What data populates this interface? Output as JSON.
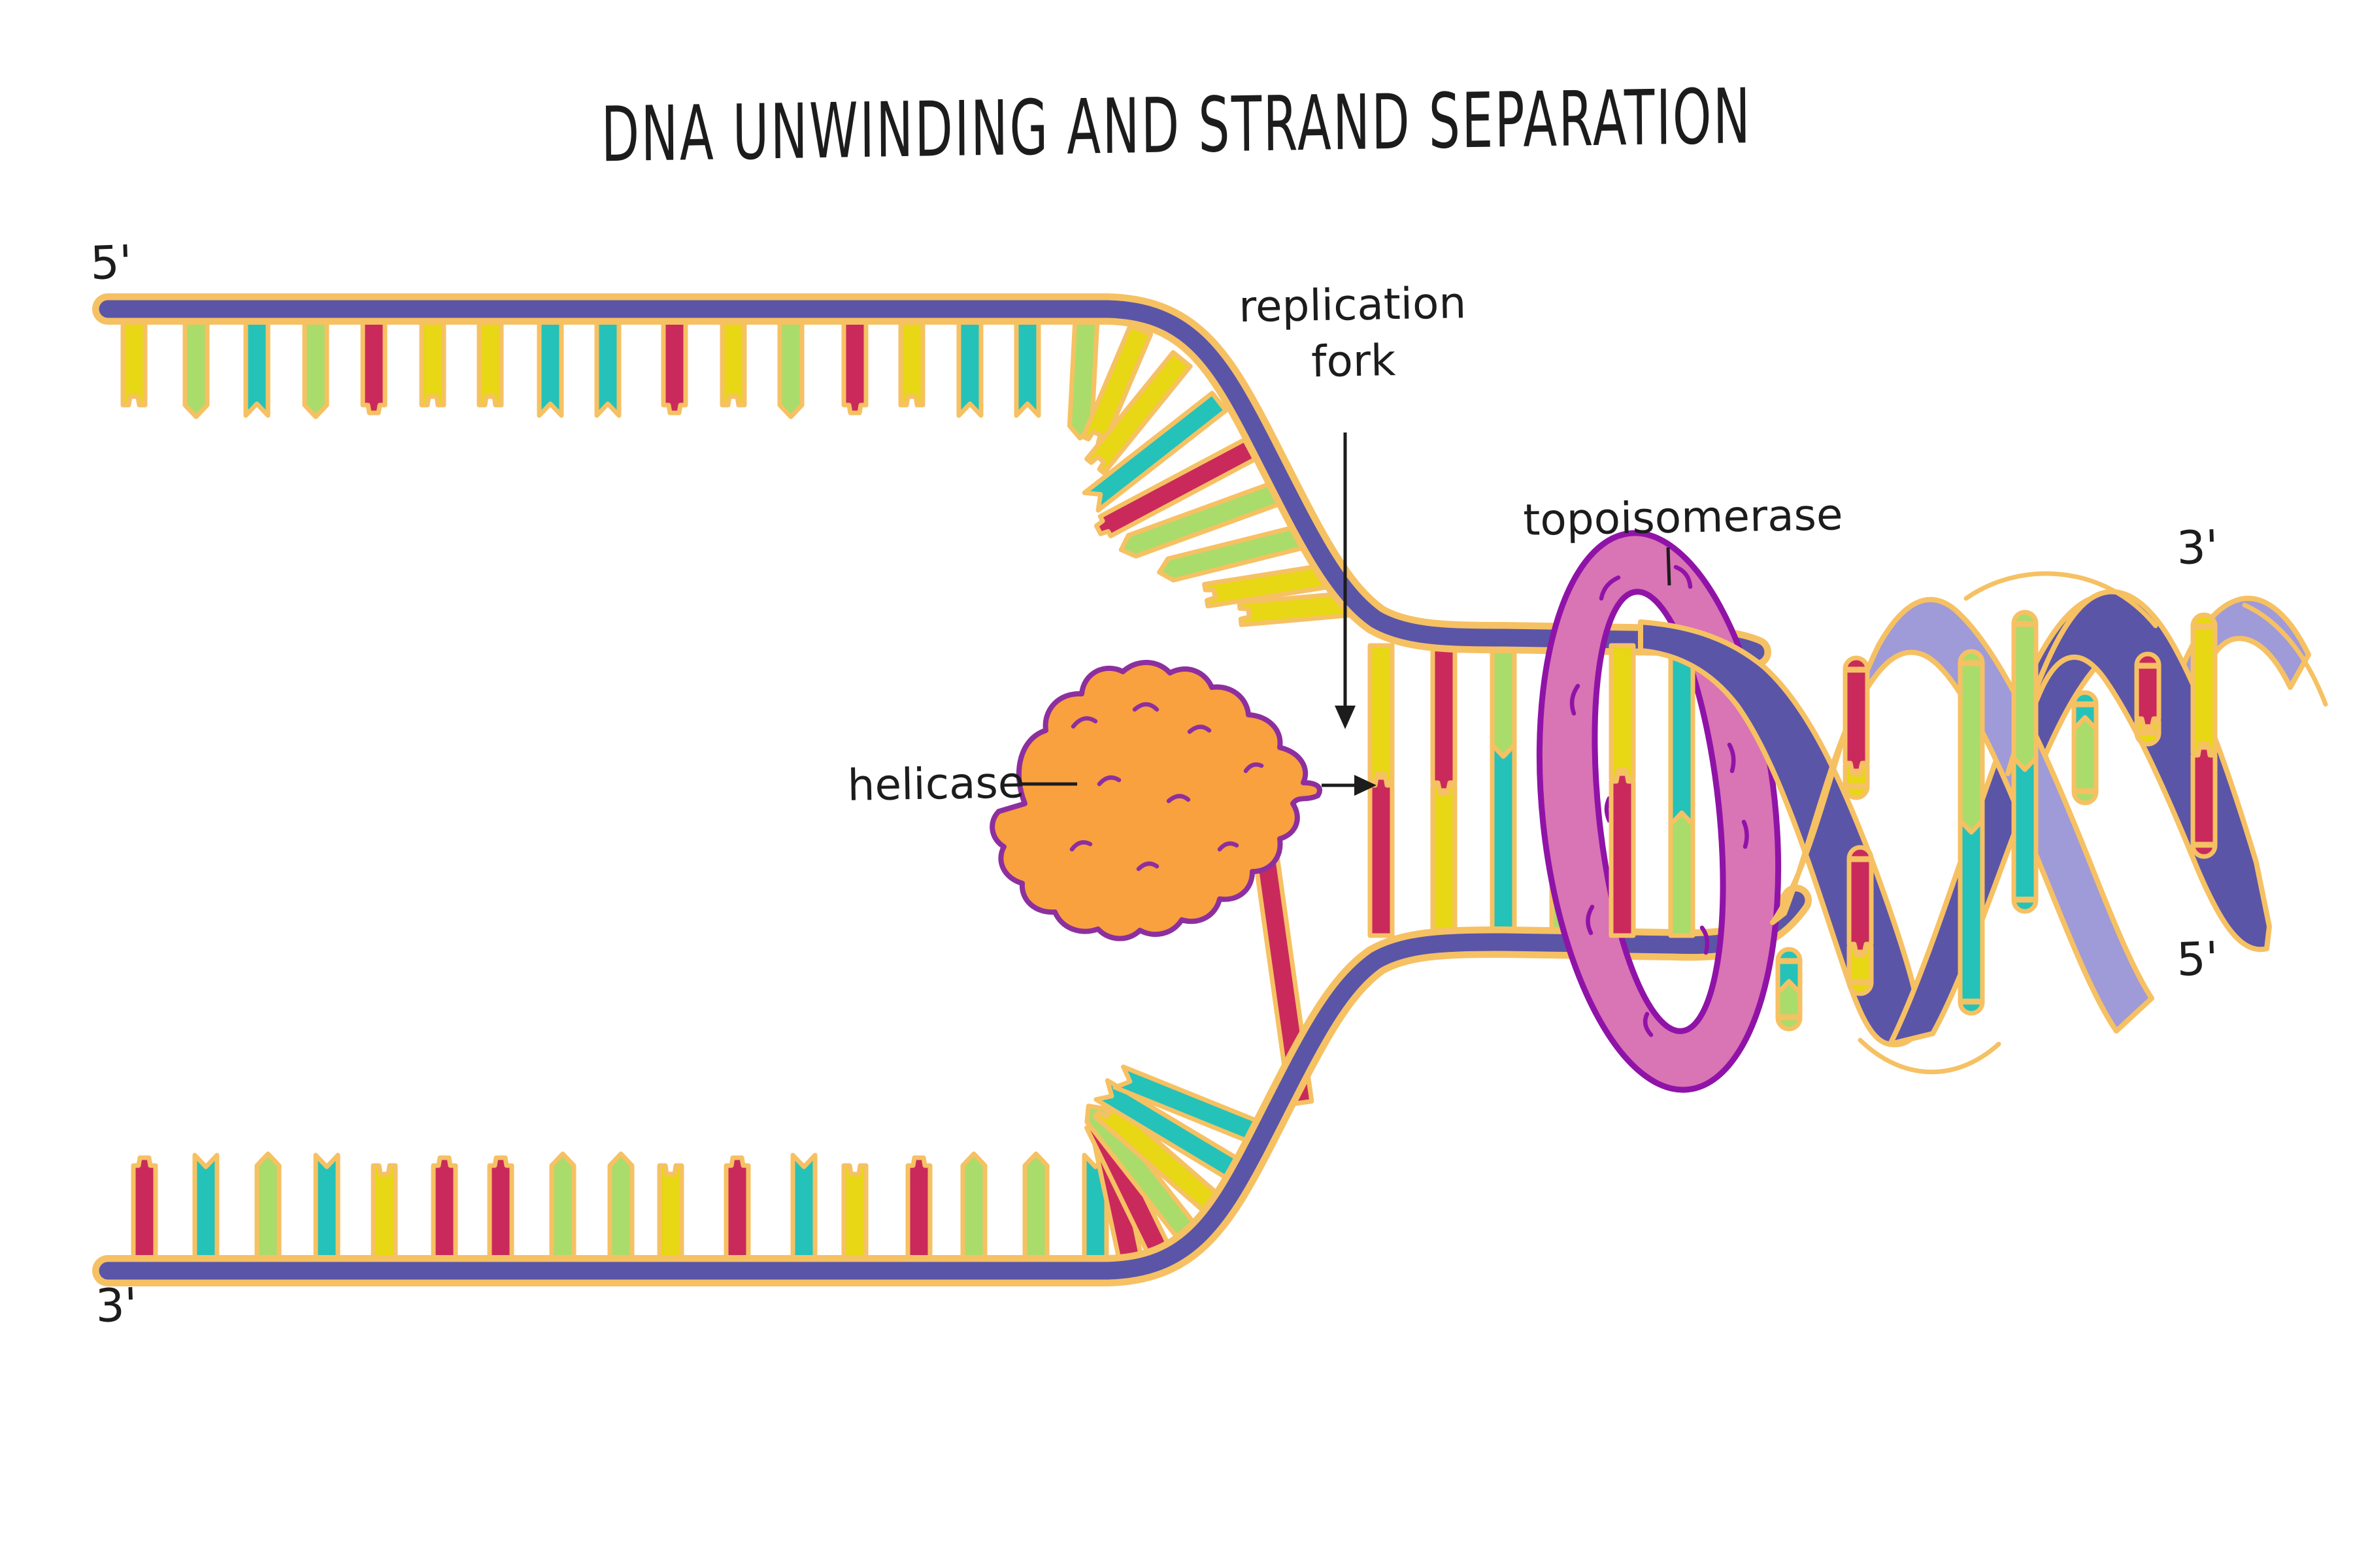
{
  "title": "DNA UNWINDING AND STRAND SEPARATION",
  "labels": {
    "five_prime_top_left": "5'",
    "three_prime_bottom_left": "3'",
    "three_prime_right": "3'",
    "five_prime_right": "5'",
    "replication_fork_line1": "replication",
    "replication_fork_line2": "fork",
    "helicase": "helicase",
    "topoisomerase": "topoisomerase"
  },
  "palette": {
    "background": "#ffffff",
    "backbone_dark": "#5b55a7",
    "backbone_light": "#9f9ad8",
    "outline": "#f6c163",
    "yellow": "#e7d714",
    "green": "#a9dc6b",
    "teal": "#25c2b9",
    "red": "#c92a5b",
    "helicase_fill": "#f9a03f",
    "helicase_outline": "#8d2f9e",
    "ring_fill": "#d974b5",
    "ring_outline": "#9013a8",
    "text": "#1c1c1c"
  },
  "top_strand": {
    "sequence": [
      "yellow",
      "green",
      "teal",
      "green",
      "red",
      "yellow",
      "yellow",
      "teal",
      "teal",
      "red",
      "yellow",
      "green",
      "red",
      "yellow",
      "teal",
      "teal"
    ],
    "fan_sequence": [
      "green",
      "yellow",
      "yellow",
      "teal",
      "red",
      "green",
      "green",
      "yellow",
      "yellow"
    ]
  },
  "bottom_strand": {
    "sequence": [
      "red",
      "teal",
      "green",
      "teal",
      "yellow",
      "red",
      "red",
      "green",
      "green",
      "yellow",
      "red",
      "teal",
      "yellow",
      "red",
      "green",
      "green",
      "teal"
    ],
    "fan_sequence": [
      "red",
      "red",
      "green",
      "yellow",
      "teal",
      "teal",
      "red"
    ]
  },
  "ladder_pairs": [
    {
      "top": "yellow",
      "bottom": "red"
    },
    {
      "top": "red",
      "bottom": "yellow"
    },
    {
      "top": "green",
      "bottom": "teal"
    },
    {
      "top": "teal",
      "bottom": "green"
    },
    {
      "top": "yellow",
      "bottom": "red"
    },
    {
      "top": "teal",
      "bottom": "green"
    }
  ],
  "helix_pairs": [
    {
      "top": "teal",
      "bottom": "green"
    },
    {
      "top": "red",
      "bottom": "yellow"
    },
    {
      "top": "red",
      "bottom": "yellow"
    },
    {
      "top": "green",
      "bottom": "teal"
    },
    {
      "top": "green",
      "bottom": "teal"
    },
    {
      "top": "teal",
      "bottom": "green"
    },
    {
      "top": "red",
      "bottom": "yellow"
    },
    {
      "top": "yellow",
      "bottom": "red"
    }
  ]
}
